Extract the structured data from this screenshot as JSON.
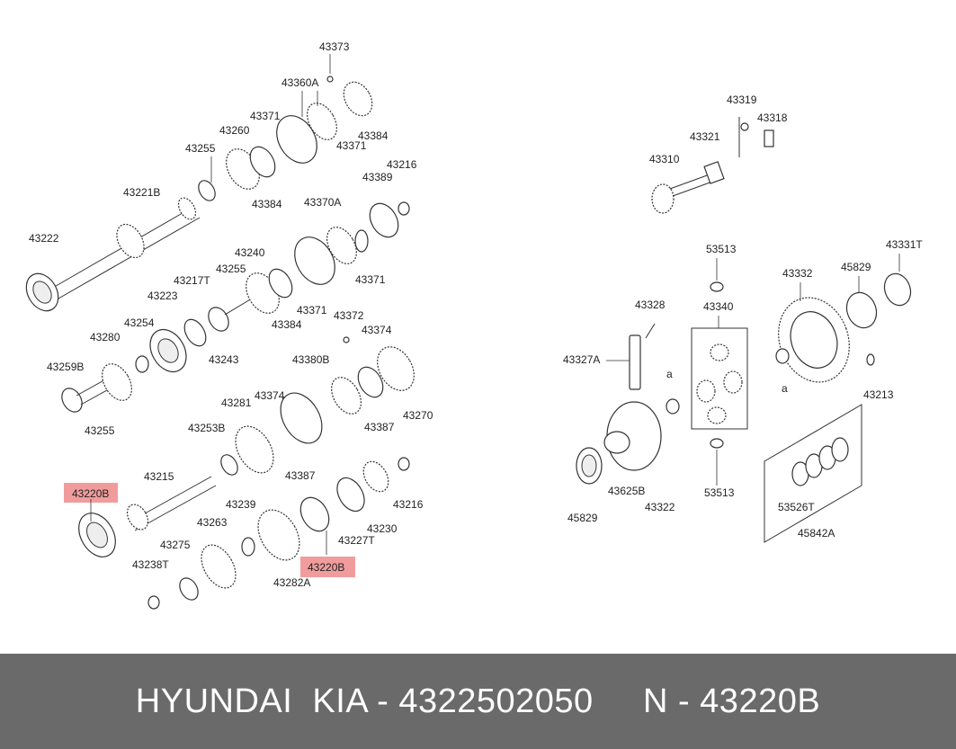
{
  "footer": {
    "text": "HYUNDAI  KIA - 4322502050     N - 43220B"
  },
  "labels": [
    "43373",
    "43360A",
    "43371",
    "43260",
    "43371",
    "43384",
    "43255",
    "43384",
    "43221B",
    "43389",
    "43216",
    "43222",
    "43370A",
    "43240",
    "43255",
    "43217T",
    "43371",
    "43223",
    "43384",
    "43371",
    "43254",
    "43372",
    "43280",
    "43243",
    "43374",
    "43259B",
    "43380B",
    "43255",
    "43281",
    "43374",
    "43387",
    "43270",
    "43253B",
    "43387",
    "43215",
    "43216",
    "43220B",
    "43239",
    "43230",
    "43263",
    "43227T",
    "43275",
    "43220B",
    "43238T",
    "43282A",
    "43319",
    "43318",
    "43321",
    "43310",
    "53513",
    "43331T",
    "43332",
    "45829",
    "43328",
    "43340",
    "43327A",
    "a",
    "a",
    "43213",
    "43625B",
    "43322",
    "53513",
    "45829",
    "53526T",
    "45842A"
  ]
}
